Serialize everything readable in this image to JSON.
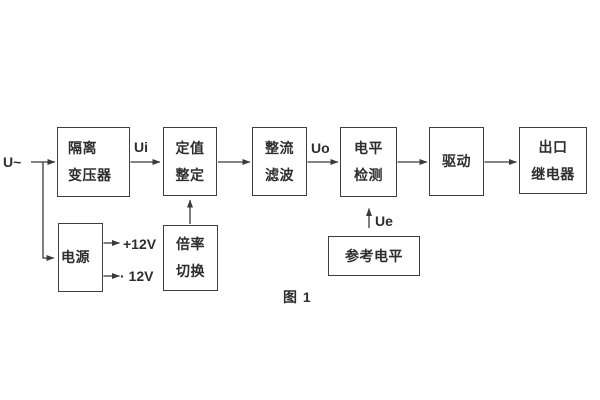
{
  "figure": {
    "caption": "图 1",
    "colors": {
      "line": "#3a3a3a",
      "text": "#2e2e2e",
      "background": "#ffffff"
    },
    "blocks": [
      {
        "name": "isolation-transformer",
        "line1": "隔离",
        "line2": "变压器"
      },
      {
        "name": "setpoint-adjust",
        "line1": "定值",
        "line2": "整定"
      },
      {
        "name": "rectifier-filter",
        "line1": "整流",
        "line2": "滤波"
      },
      {
        "name": "level-detector",
        "line1": "电平",
        "line2": "检测"
      },
      {
        "name": "driver",
        "line1": "驱动"
      },
      {
        "name": "output-relay",
        "line1": "出口",
        "line2": "继电器"
      },
      {
        "name": "power-supply",
        "line1": "电源"
      },
      {
        "name": "ratio-switch",
        "line1": "倍率",
        "line2": "切换"
      },
      {
        "name": "reference-level",
        "line1": "参考电平"
      }
    ],
    "signals": {
      "input": "U~",
      "ui": "Ui",
      "uo": "Uo",
      "ue": "Ue",
      "rail_pos": "+12V",
      "rail_neg": "· 12V"
    }
  }
}
